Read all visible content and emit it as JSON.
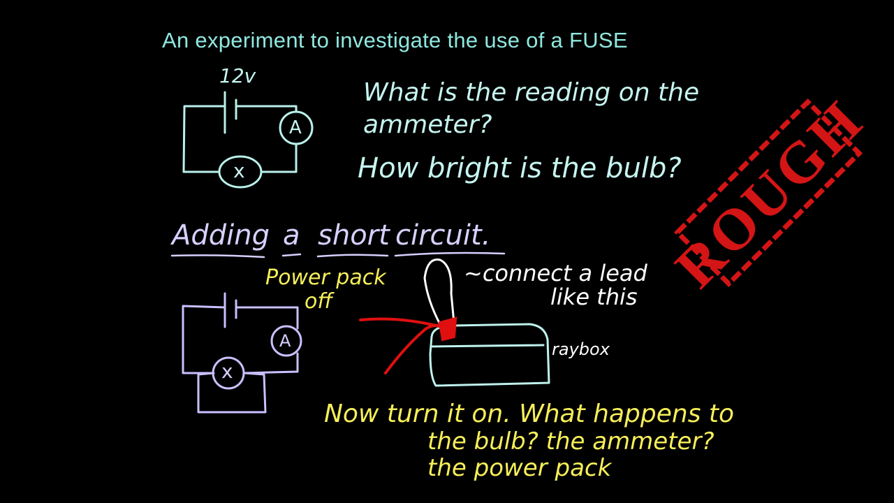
{
  "title": "An experiment to investigate the use of a FUSE",
  "colors": {
    "background": "#000000",
    "title": "#8fe8e0",
    "circuit_1": "#b9f0ea",
    "circuit_2": "#c9c0ff",
    "questions": "#c6f5f0",
    "heading": "#d8d0ff",
    "yellow_notes": "#f7ef5a",
    "white_notes": "#ffffff",
    "lead": "#e01010",
    "stamp": "#d41515"
  },
  "circuit_1": {
    "voltage_label": "12v",
    "ammeter_symbol": "A",
    "bulb_symbol": "x"
  },
  "questions": {
    "line_1": "What is the reading on the",
    "line_2": "ammeter?",
    "line_3": "How bright is the bulb?"
  },
  "heading": {
    "word_1": "Adding",
    "word_2": "a",
    "word_3": "short",
    "word_4": "circuit."
  },
  "note_power_pack": {
    "line_1": "Power pack",
    "line_2": "off"
  },
  "circuit_2": {
    "ammeter_symbol": "A",
    "bulb_symbol": "x"
  },
  "lead_note": {
    "line_1": "~connect a lead",
    "line_2": "like this"
  },
  "raybox_label": "raybox",
  "bottom_note": {
    "line_1": "Now turn it on. What happens to",
    "line_2": "the bulb?  the ammeter?",
    "line_3": "the power pack"
  },
  "stamp_text": "ROUGH"
}
